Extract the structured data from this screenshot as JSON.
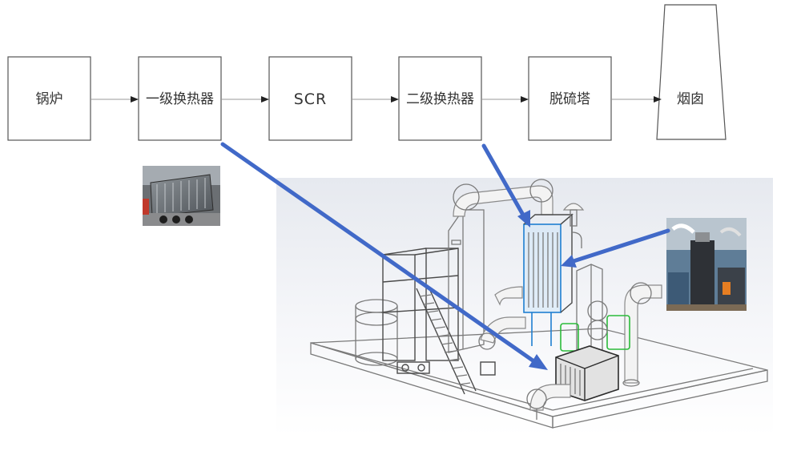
{
  "nodes": [
    {
      "id": "boiler",
      "label": "锅炉"
    },
    {
      "id": "hx1",
      "label": "一级换热器"
    },
    {
      "id": "scr",
      "label": "SCR"
    },
    {
      "id": "hx2",
      "label": "二级换热器"
    },
    {
      "id": "desulfur",
      "label": "脱硫塔"
    },
    {
      "id": "chimney",
      "label": "烟囱"
    }
  ],
  "edges": [
    {
      "from": "boiler",
      "to": "hx1"
    },
    {
      "from": "hx1",
      "to": "scr"
    },
    {
      "from": "scr",
      "to": "hx2"
    },
    {
      "from": "hx2",
      "to": "desulfur"
    },
    {
      "from": "desulfur",
      "to": "chimney"
    }
  ],
  "callouts": [
    {
      "from": "hx1",
      "to": "primary-heat-exchanger-in-model"
    },
    {
      "from": "hx2",
      "to": "secondary-heat-exchanger-in-model"
    },
    {
      "from": "desulfur-photo",
      "to": "secondary-heat-exchanger-in-model"
    }
  ],
  "colors": {
    "node_border": "#555555",
    "flow_line": "#999999",
    "callout_arrow": "#4169C8",
    "highlight_blue": "#1f7fd1",
    "highlight_green": "#2bbb3a",
    "model_background": "#eef0f4"
  }
}
